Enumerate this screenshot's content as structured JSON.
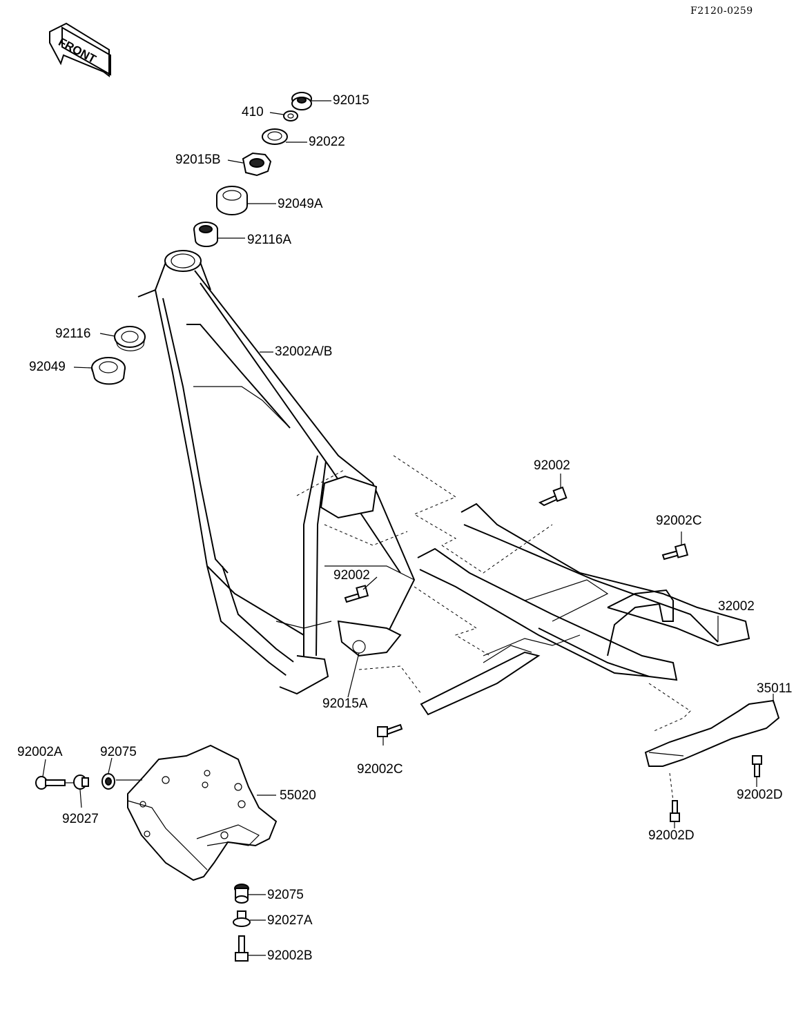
{
  "diagram": {
    "code": "F2120-0259",
    "front_badge": "FRONT",
    "labels": {
      "p92015": "92015",
      "p410": "410",
      "p92022": "92022",
      "p92015B": "92015B",
      "p92049A": "92049A",
      "p92116A": "92116A",
      "p92116": "92116",
      "p92049": "92049",
      "p32002AB": "32002A/B",
      "p92002_top": "92002",
      "p92002C_right": "92002C",
      "p92002_mid": "92002",
      "p32002": "32002",
      "p35011": "35011",
      "p92015A": "92015A",
      "p92002C_bottom": "92002C",
      "p92002A": "92002A",
      "p92075_left": "92075",
      "p92027": "92027",
      "p55020": "55020",
      "p92002D_right": "92002D",
      "p92002D_bottom": "92002D",
      "p92075_bottom": "92075",
      "p92027A": "92027A",
      "p92002B": "92002B"
    }
  }
}
